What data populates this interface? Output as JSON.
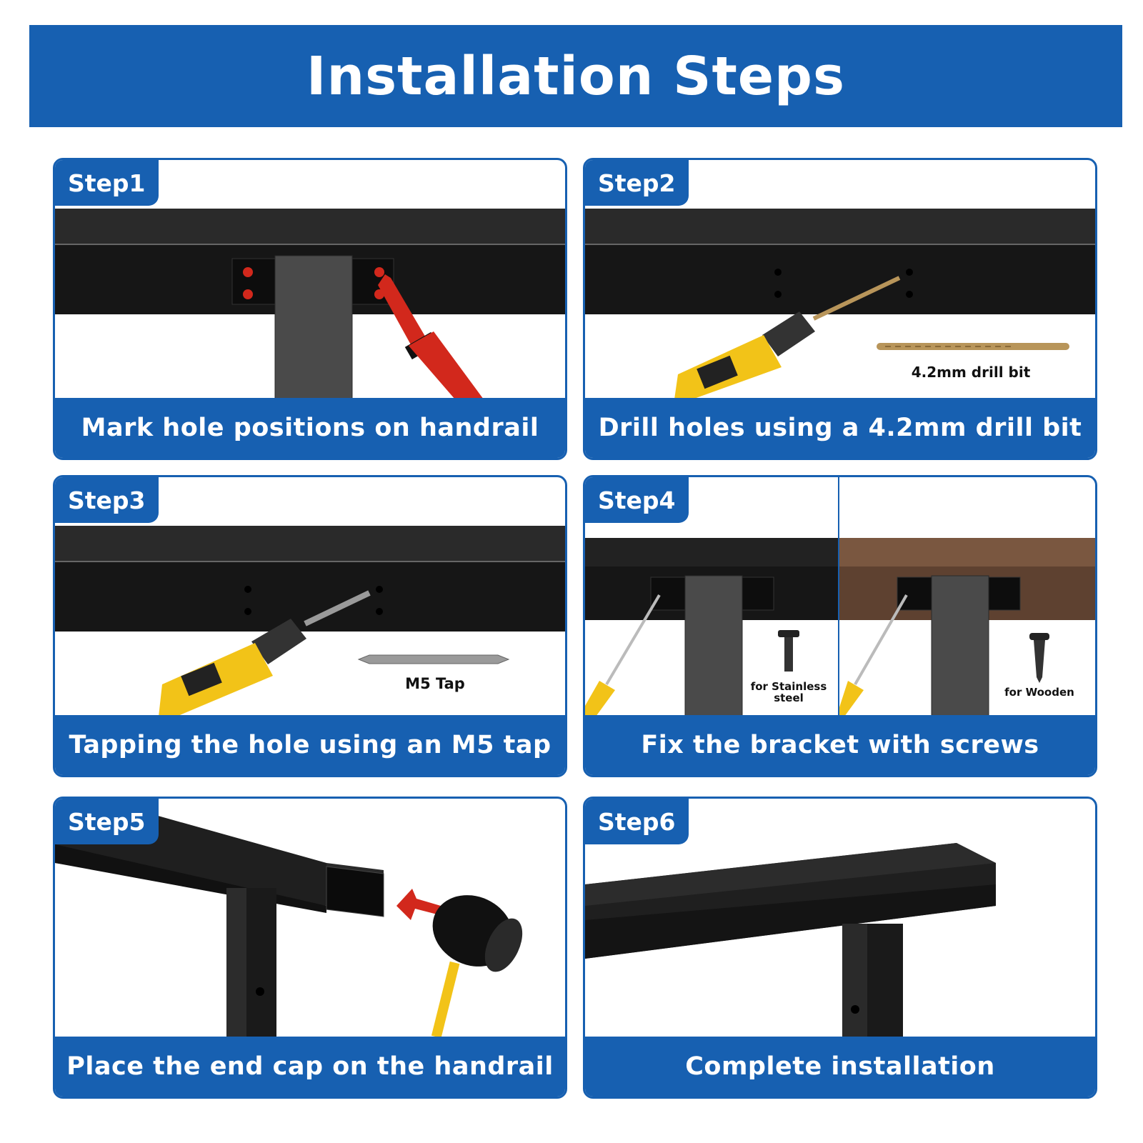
{
  "title": "Installation Steps",
  "steps": [
    {
      "tab": "Step1",
      "caption": "Mark hole positions on handrail"
    },
    {
      "tab": "Step2",
      "caption": "Drill holes using a 4.2mm drill bit",
      "part_label": "4.2mm drill bit"
    },
    {
      "tab": "Step3",
      "caption": "Tapping the hole using an M5 tap",
      "part_label": "M5 Tap"
    },
    {
      "tab": "Step4",
      "caption": "Fix the bracket with screws",
      "left_label_1": "for Stainless",
      "left_label_2": "steel",
      "right_label": "for Wooden"
    },
    {
      "tab": "Step5",
      "caption": "Place the end cap on the handrail"
    },
    {
      "tab": "Step6",
      "caption": "Complete installation"
    }
  ],
  "colors": {
    "brand_blue": "#1760b1",
    "rail_black": "#161616",
    "drill_yellow": "#f2c318",
    "marker_red": "#d2281c",
    "wood_brown": "#6b4a36"
  }
}
